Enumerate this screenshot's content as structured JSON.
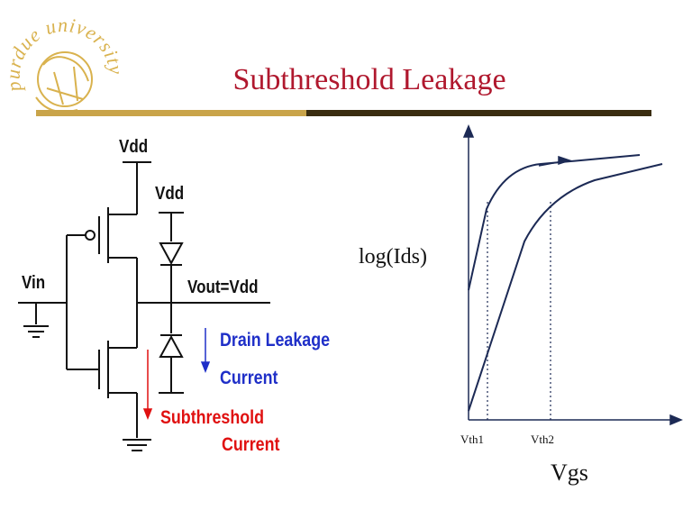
{
  "slide": {
    "title": "Subthreshold Leakage"
  },
  "logo": {
    "text": "purdue university"
  },
  "circuit": {
    "vdd_top": "Vdd",
    "vdd_diode": "Vdd",
    "vin": "Vin",
    "vout": "Vout=Vdd",
    "drain_leakage_line1": "Drain Leakage",
    "drain_leakage_line2": "Current",
    "subthreshold_line1": "Subthreshold",
    "subthreshold_line2": "Current"
  },
  "graph": {
    "y_label": "log(Ids)",
    "x_label": "Vgs",
    "tick1": "Vth1",
    "tick2": "Vth2"
  },
  "colors": {
    "title": "#b0182e",
    "blue": "#1f2fc8",
    "red": "#e01010",
    "curve": "#1c2a55",
    "logo": "#d9b24e"
  }
}
